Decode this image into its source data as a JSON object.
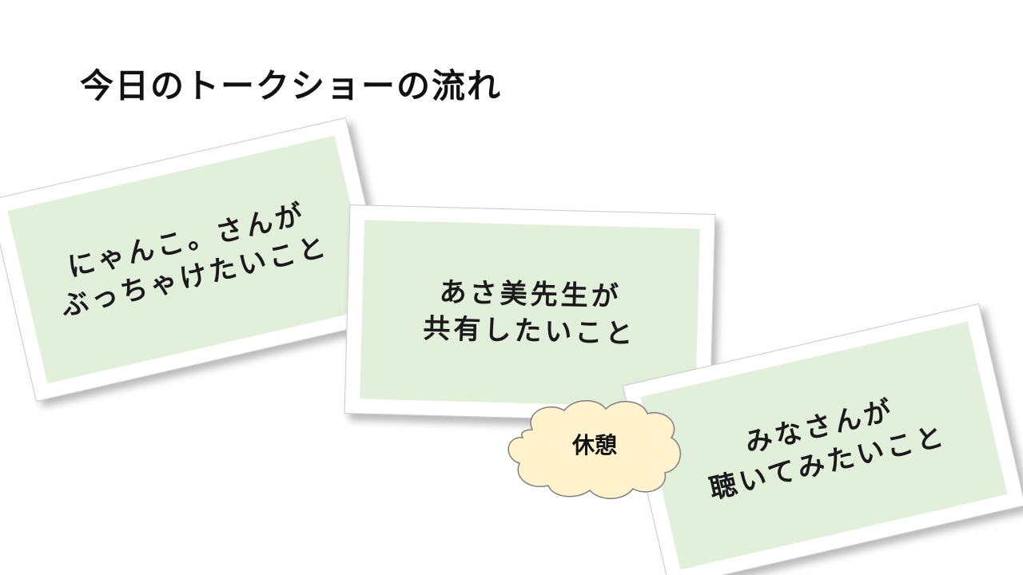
{
  "slide": {
    "title": "今日のトークショーの流れ",
    "cards": [
      {
        "lines": [
          "にゃんこ。さんが",
          "ぶっちゃけたいこと"
        ]
      },
      {
        "lines": [
          "あさ美先生が",
          "共有したいこと"
        ]
      },
      {
        "lines": [
          "みなさんが",
          "聴いてみたいこと"
        ]
      }
    ],
    "break_label": "休憩"
  },
  "colors": {
    "card_fill": "#e2efda",
    "card_border": "#ffffff",
    "cloud_fill": "#fff2cc",
    "cloud_stroke": "#7f7f7f",
    "text": "#111111"
  }
}
